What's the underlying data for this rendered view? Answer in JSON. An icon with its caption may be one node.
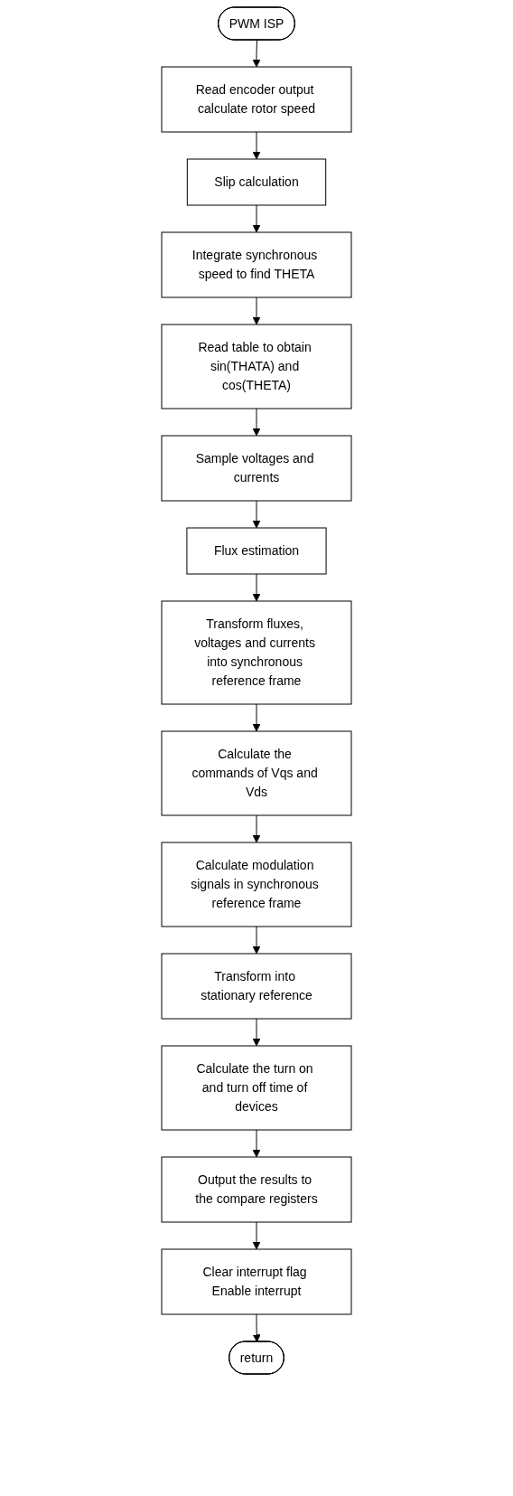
{
  "diagram": {
    "nodes": [
      {
        "text": [
          "PWM ISP"
        ]
      },
      {
        "text": [
          "Read encoder output calculate rotor speed"
        ]
      },
      {
        "text": [
          "Slip calculation"
        ]
      },
      {
        "text": [
          "Integrate synchronous speed to find THETA"
        ]
      },
      {
        "text": [
          "Read table to obtain sin(THATA) and cos(THETA)"
        ]
      },
      {
        "text": [
          "Sample voltages and currents"
        ]
      },
      {
        "text": [
          "Flux estimation"
        ]
      },
      {
        "text": [
          "Transform fluxes, voltages and currents into synchronous reference frame"
        ]
      },
      {
        "text": [
          "Calculate the commands of Vqs and Vds"
        ]
      },
      {
        "text": [
          "Calculate modulation signals in synchronous reference frame"
        ]
      },
      {
        "text": [
          "Transform into stationary reference"
        ]
      },
      {
        "text": [
          "Calculate the turn on and turn off time of devices"
        ]
      },
      {
        "text": [
          "Output the results to the compare registers"
        ]
      },
      {
        "text": [
          "Clear interrupt flag Enable interrupt"
        ]
      },
      {
        "text": [
          "return"
        ]
      }
    ],
    "edges": [
      {
        "from": 0,
        "to": 1,
        "arrow": "to"
      },
      {
        "from": 1,
        "to": 2,
        "arrow": "to"
      },
      {
        "from": 2,
        "to": 3,
        "arrow": "to"
      },
      {
        "from": 3,
        "to": 4,
        "arrow": "to"
      },
      {
        "from": 4,
        "to": 5,
        "arrow": "to"
      },
      {
        "from": 5,
        "to": 6,
        "arrow": "to"
      },
      {
        "from": 6,
        "to": 7,
        "arrow": "to"
      },
      {
        "from": 7,
        "to": 8,
        "arrow": "to"
      },
      {
        "from": 8,
        "to": 9,
        "arrow": "to"
      },
      {
        "from": 9,
        "to": 10,
        "arrow": "to"
      },
      {
        "from": 10,
        "to": 11,
        "arrow": "to"
      },
      {
        "from": 11,
        "to": 12,
        "arrow": "to"
      },
      {
        "from": 12,
        "to": 13,
        "arrow": "to"
      },
      {
        "from": 13,
        "to": 14,
        "arrow": "to"
      }
    ]
  }
}
